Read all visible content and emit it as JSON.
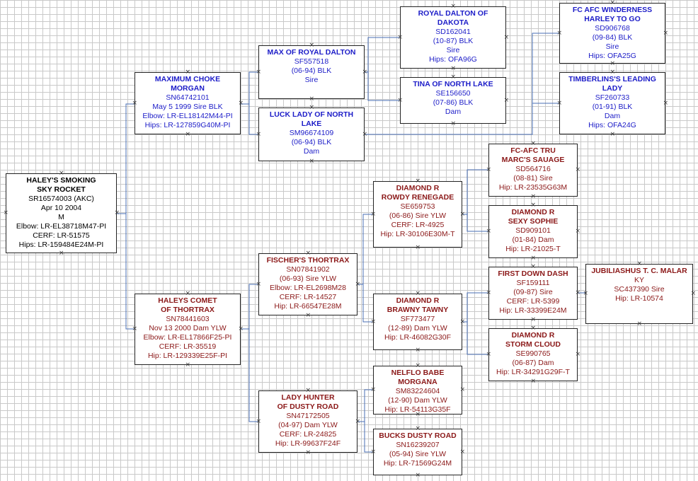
{
  "dogs": {
    "haley": {
      "name": "HALEY'S SMOKING\nSKY ROCKET",
      "lines": [
        "SR16574003 (AKC)",
        "Apr 10 2004",
        "M",
        "Elbow: LR-EL38718M47-PI",
        "CERF: LR-51575",
        "Hips: LR-159484E24M-PI"
      ]
    },
    "maximum": {
      "name": "MAXIMUM CHOKE\nMORGAN",
      "lines": [
        "SN64742101",
        "May  5 1999 Sire BLK",
        "Elbow: LR-EL18142M44-PI",
        "Hips: LR-127859G40M-PI"
      ]
    },
    "comet": {
      "name": "HALEYS COMET\nOF THORTRAX",
      "lines": [
        "SN78441603",
        "Nov 13 2000 Dam YLW",
        "Elbow: LR-EL17866F25-PI",
        "CERF: LR-35519",
        "Hip: LR-129339E25F-PI"
      ]
    },
    "maxroyal": {
      "name": "MAX OF ROYAL DALTON",
      "lines": [
        "SF557518",
        "(06-94)  BLK",
        "Sire"
      ]
    },
    "lucklady": {
      "name": "LUCK LADY OF NORTH\nLAKE",
      "lines": [
        "SM96674109",
        "(06-94)  BLK",
        "Dam"
      ]
    },
    "fischer": {
      "name": "FISCHER'S THORTRAX",
      "lines": [
        "SN07841902",
        "(06-93) Sire YLW",
        "Elbow: LR-EL2698M28",
        "CERF: LR-14527",
        "Hip: LR-66547E28M"
      ]
    },
    "ladyhunter": {
      "name": "LADY HUNTER\nOF DUSTY ROAD",
      "lines": [
        "SN47172505",
        "(04-97) Dam YLW",
        "CERF: LR-24825",
        "Hip: LR-99637F24F"
      ]
    },
    "royaldalton": {
      "name": "ROYAL DALTON OF\nDAKOTA",
      "lines": [
        "SD162041",
        "(10-87)  BLK",
        "Sire",
        "Hips: OFA96G"
      ]
    },
    "tina": {
      "name": "TINA OF NORTH LAKE",
      "lines": [
        "SE156650",
        "(07-86)  BLK",
        "Dam"
      ]
    },
    "rowdy": {
      "name": "DIAMOND R\nROWDY RENEGADE",
      "lines": [
        "SE659753",
        "(06-86) Sire YLW",
        "CERF: LR-4925",
        "Hip: LR-30106E30M-T"
      ]
    },
    "brawny": {
      "name": "DIAMOND R\nBRAWNY TAWNY",
      "lines": [
        "SF773477",
        "(12-89) Dam YLW",
        "Hip: LR-46082G30F"
      ]
    },
    "nelflo": {
      "name": "NELFLO BABE\nMORGANA",
      "lines": [
        "SM83224604",
        "(12-90) Dam YLW",
        "Hip: LR-54113G35F"
      ]
    },
    "bucks": {
      "name": "BUCKS DUSTY ROAD",
      "lines": [
        "SN16239207",
        "(05-94) Sire YLW",
        "Hip: LR-71569G24M"
      ]
    },
    "winderness": {
      "name": "FC AFC WINDERNESS\nHARLEY TO GO",
      "lines": [
        "SD906768",
        "(09-84)  BLK",
        "Sire",
        "Hips: OFA25G"
      ]
    },
    "timberlins": {
      "name": "TIMBERLINS'S LEADING\nLADY",
      "lines": [
        "SF260733",
        "(01-91)  BLK",
        "Dam",
        "Hips: OFA24G"
      ]
    },
    "trumarc": {
      "name": "FC-AFC TRU\nMARC'S SAUAGE",
      "lines": [
        "SD564716",
        "(08-81) Sire",
        "Hip: LR-23535G63M"
      ]
    },
    "sophie": {
      "name": "DIAMOND R\nSEXY SOPHIE",
      "lines": [
        "SD909101",
        "(01-84) Dam",
        "Hip: LR-21025-T"
      ]
    },
    "firstdown": {
      "name": "FIRST DOWN DASH",
      "lines": [
        "SF159111",
        "(09-87) Sire",
        "CERF: LR-5399",
        "Hip: LR-33399E24M"
      ]
    },
    "storm": {
      "name": "DIAMOND R\nSTORM CLOUD",
      "lines": [
        "SE990765",
        "(06-87) Dam",
        "Hip: LR-34291G29F-T"
      ]
    },
    "jubiliashus": {
      "name": "JUBILIASHUS T. C. MALAR",
      "lines": [
        "KY",
        "SC437390 Sire",
        "Hip: LR-10574"
      ]
    }
  },
  "colors": {
    "sire": "#1c1cc8",
    "dam": "#8b1818",
    "subject": "#000000",
    "connector": "#4a6fb5",
    "grid": "#c9c9c9"
  },
  "icons": {
    "connector_marker": "x-mark-icon"
  }
}
